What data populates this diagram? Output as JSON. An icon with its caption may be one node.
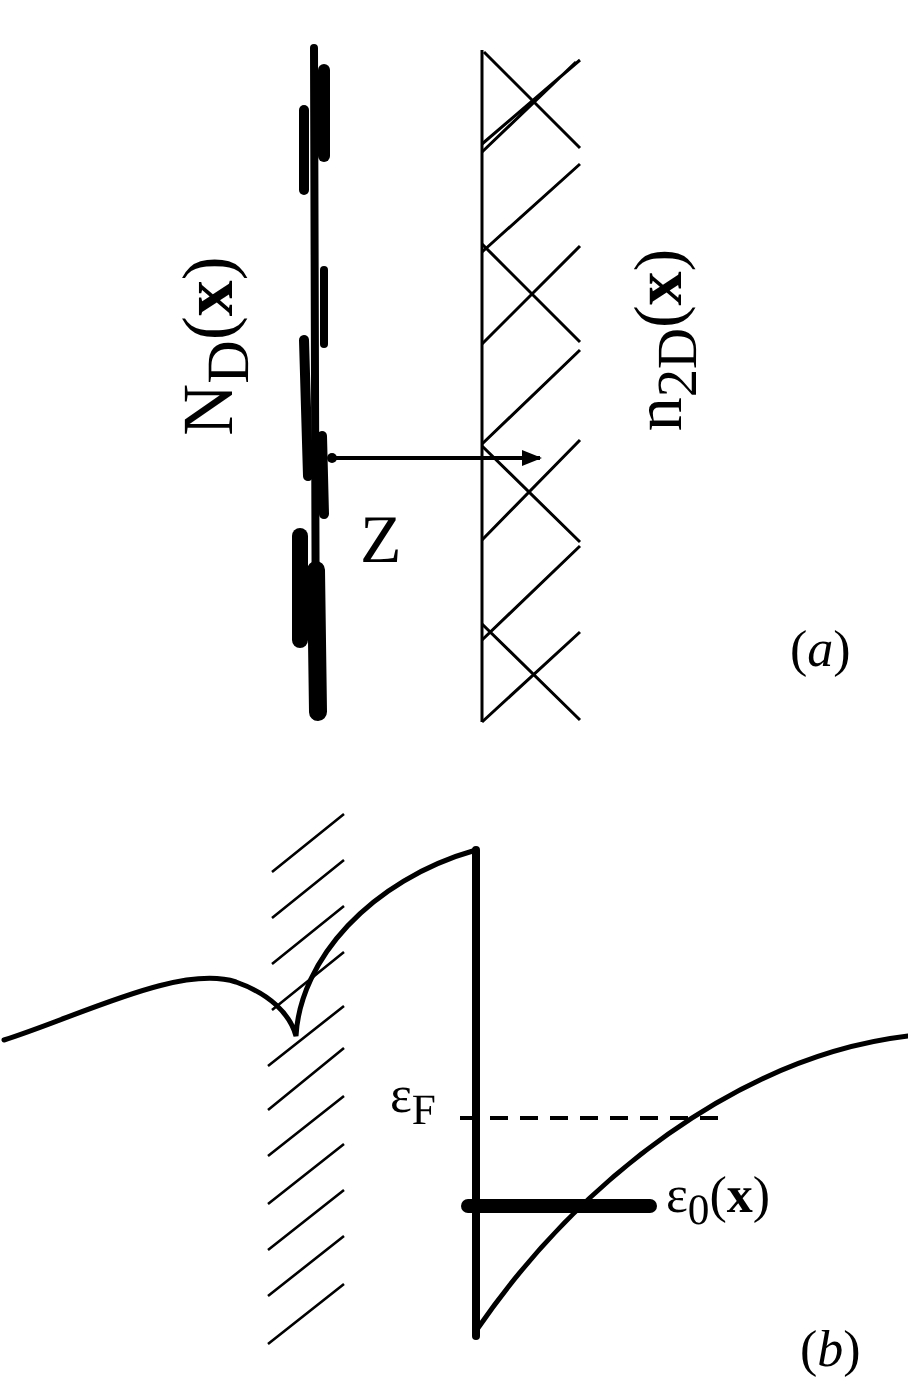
{
  "diagram": {
    "labels": [
      "N$_{D}$(**x**)",
      "Z",
      "n$_{2D}$(**x**)",
      "(*a*)",
      "ε$_{F}$",
      "ε$_{0}$(**x**)",
      "(*b*)"
    ]
  }
}
